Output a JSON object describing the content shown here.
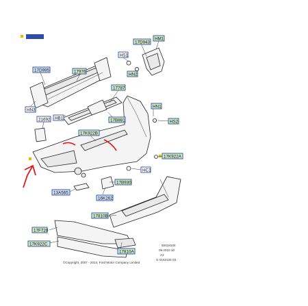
{
  "diagram": {
    "top_tag": "",
    "callouts": [
      {
        "id": "c1",
        "text": "17D995"
      },
      {
        "id": "c2",
        "text": "17976"
      },
      {
        "id": "c3",
        "text": "17D943"
      },
      {
        "id": "c4",
        "text": "HM1"
      },
      {
        "id": "c5",
        "text": "HS1"
      },
      {
        "id": "c6",
        "text": "HN2"
      },
      {
        "id": "c7",
        "text": "17787"
      },
      {
        "id": "c8",
        "text": "HN3"
      },
      {
        "id": "c9",
        "text": "HB1"
      },
      {
        "id": "c10",
        "text": "17B881"
      },
      {
        "id": "c11",
        "text": "HN1"
      },
      {
        "id": "c12",
        "text": "HS2"
      },
      {
        "id": "c13",
        "text": "21692"
      },
      {
        "id": "c14",
        "text": "17K922B"
      },
      {
        "id": "c15",
        "text": "17K922A"
      },
      {
        "id": "c16",
        "text": "HC1"
      },
      {
        "id": "c17",
        "text": "17B930"
      },
      {
        "id": "c18",
        "text": "13A565"
      },
      {
        "id": "c19",
        "text": "16K262"
      },
      {
        "id": "c20",
        "text": "17810B"
      },
      {
        "id": "c21",
        "text": "17F720"
      },
      {
        "id": "c22",
        "text": "17K922C"
      },
      {
        "id": "c23",
        "text": "17810A"
      }
    ],
    "footer": {
      "ref1": "50018100",
      "ref2": "09.2010 10",
      "ref3": "A2",
      "ref4": "G 0163125 03",
      "copyright": "©Copyright, 2007 - 2014, Ford Motor Company Limited"
    }
  }
}
